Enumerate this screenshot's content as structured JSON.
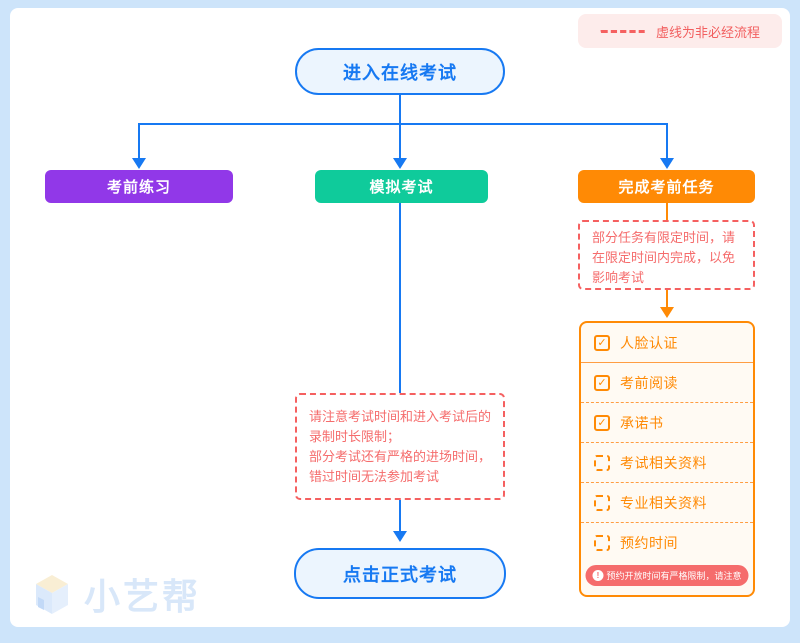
{
  "legend": {
    "label": "虚线为非必经流程"
  },
  "flow": {
    "start_label": "进入在线考试",
    "branches": [
      {
        "label": "考前练习"
      },
      {
        "label": "模拟考试"
      },
      {
        "label": "完成考前任务"
      }
    ],
    "end_label": "点击正式考试"
  },
  "notes": {
    "task_note_lines": [
      "部分任务有限定时间，请",
      "在限定时间内完成，以免",
      "影响考试"
    ],
    "exam_note_lines": [
      "请注意考试时间和进入考试后的",
      "录制时长限制；",
      "部分考试还有严格的进场时间，",
      "错过时间无法参加考试"
    ]
  },
  "tasks": {
    "items": [
      {
        "label": "人脸认证",
        "checked": true
      },
      {
        "label": "考前阅读",
        "checked": true
      },
      {
        "label": "承诺书",
        "checked": true
      },
      {
        "label": "考试相关资料",
        "checked": false
      },
      {
        "label": "专业相关资料",
        "checked": false
      },
      {
        "label": "预约时间",
        "checked": false
      }
    ],
    "warning": "预约开放时间有严格限制，请注意"
  },
  "icons": {
    "check": "✓",
    "exclamation": "!"
  },
  "logo": {
    "text": "小艺帮"
  },
  "colors": {
    "accent_blue": "#1779f2",
    "branch_purple": "#9138e8",
    "branch_green": "#0fcb9b",
    "branch_orange": "#ff8a05",
    "alert_red": "#f56c6c",
    "page_bg": "#cde4fa",
    "task_panel_bg": "#fffaf3",
    "legend_bg": "#fdeceb"
  }
}
